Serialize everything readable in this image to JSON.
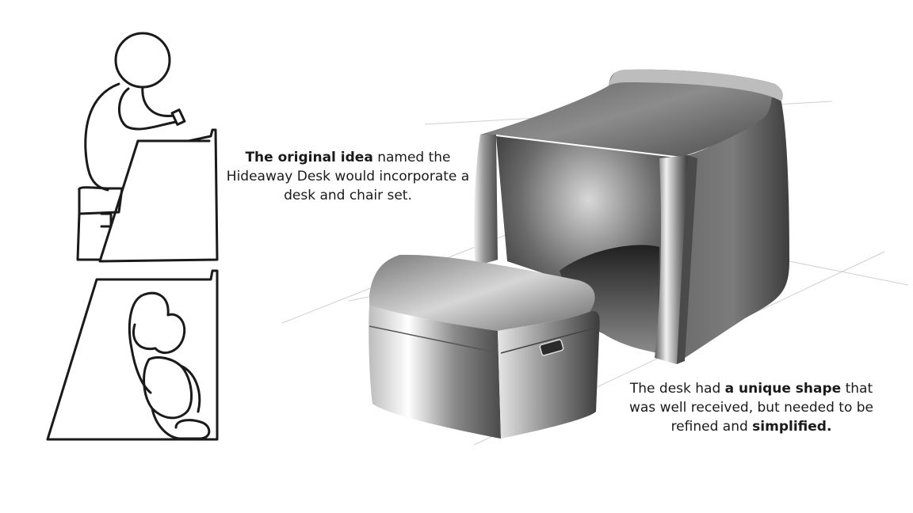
{
  "captions": {
    "original": {
      "bold_1": "The original idea",
      "text_1": " named the Hideaway Desk would incorporate a desk and chair set."
    },
    "shape": {
      "text_1": "The desk had ",
      "bold_1": "a unique shape",
      "text_2": " that was well received, but needed to be refined and ",
      "bold_2": "simplified."
    }
  },
  "colors": {
    "line": "#1a1a1a",
    "shell_dark": "#3a3a3a",
    "shell_mid": "#7a7a7a",
    "shell_light": "#e8e8e8",
    "guide": "#cfcfcf"
  }
}
